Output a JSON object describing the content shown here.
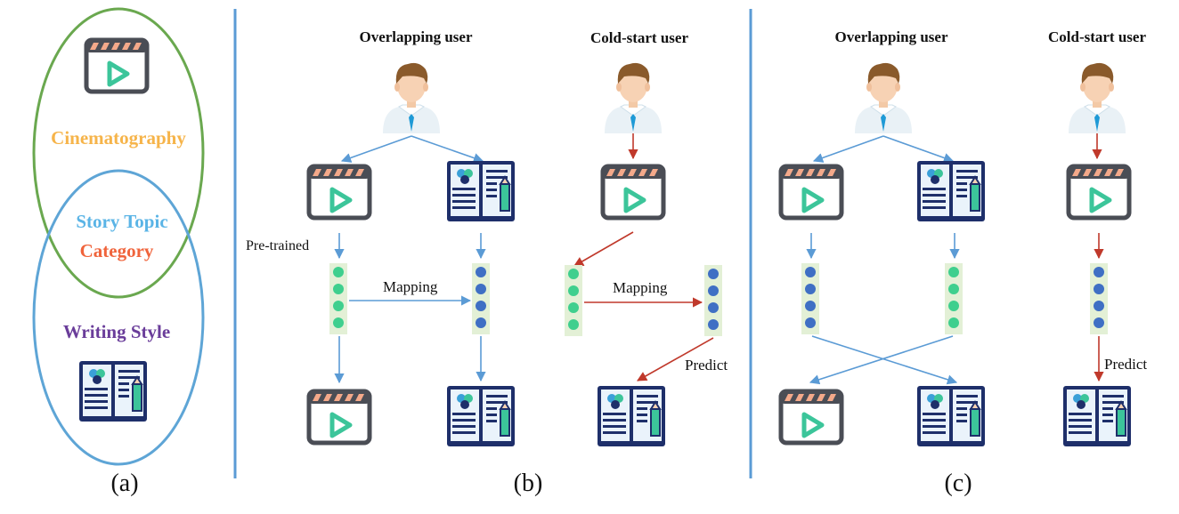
{
  "panel_a": {
    "cinematography": "Cinematography",
    "story_topic": "Story Topic",
    "category": "Category",
    "writing_style": "Writing Style",
    "caption": "(a)"
  },
  "panel_b": {
    "overlapping_user": "Overlapping user",
    "cold_start_user": "Cold-start  user",
    "pre_trained": "Pre-trained",
    "mapping_left": "Mapping",
    "mapping_right": "Mapping",
    "predict": "Predict",
    "caption": "(b)"
  },
  "panel_c": {
    "overlapping_user": "Overlapping user",
    "cold_start_user": "Cold-start  user",
    "predict": "Predict",
    "caption": "(c)"
  },
  "colors": {
    "green_ellipse": "#6aa84f",
    "blue_ellipse": "#5ea5d6",
    "cinematography": "#f6b44a",
    "story_topic": "#5ab4e6",
    "category": "#f0643c",
    "writing_style": "#6a3d9a",
    "blue_arrow": "#5b9bd5",
    "red_arrow": "#c0392b",
    "divider": "#5b9bd5",
    "green_dot": "#3fcf8e",
    "blue_dot": "#3f6fc4",
    "embedding_bg": "#e3f0d6"
  },
  "icons": [
    "user-icon",
    "video-clapper-icon",
    "book-icon"
  ]
}
